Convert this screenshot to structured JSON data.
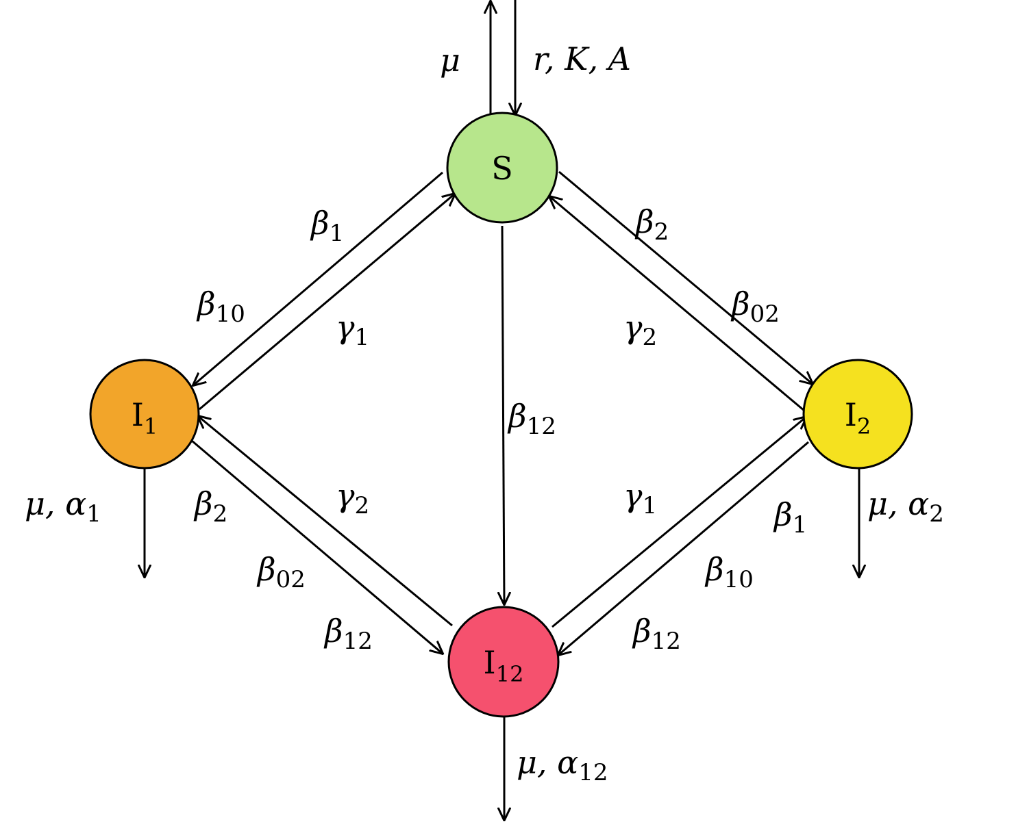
{
  "nodes": {
    "s": {
      "label": "S",
      "sub": "",
      "color": "#b7e68c"
    },
    "i1": {
      "label": "I",
      "sub": "1",
      "color": "#f2a52a"
    },
    "i2": {
      "label": "I",
      "sub": "2",
      "color": "#f5e11f"
    },
    "i12": {
      "label": "I",
      "sub": "12",
      "color": "#f5516e"
    }
  },
  "labels": {
    "mu_out_s": {
      "main": "μ",
      "sub": ""
    },
    "inflow_s": {
      "main": "r, K, A",
      "sub": ""
    },
    "beta1_top": {
      "main": "β",
      "sub": "1"
    },
    "beta10_top": {
      "main": "β",
      "sub": "10"
    },
    "gamma1_top": {
      "main": "γ",
      "sub": "1"
    },
    "beta2_top": {
      "main": "β",
      "sub": "2"
    },
    "beta02_top": {
      "main": "β",
      "sub": "02"
    },
    "gamma2_top": {
      "main": "γ",
      "sub": "2"
    },
    "beta12_mid": {
      "main": "β",
      "sub": "12"
    },
    "mu_alpha1": {
      "main": "μ, α",
      "sub": "1"
    },
    "beta2_bot": {
      "main": "β",
      "sub": "2"
    },
    "gamma2_bot": {
      "main": "γ",
      "sub": "2"
    },
    "beta02_bot": {
      "main": "β",
      "sub": "02"
    },
    "beta12_botl": {
      "main": "β",
      "sub": "12"
    },
    "gamma1_bot": {
      "main": "γ",
      "sub": "1"
    },
    "beta1_bot": {
      "main": "β",
      "sub": "1"
    },
    "mu_alpha2": {
      "main": "μ, α",
      "sub": "2"
    },
    "beta10_bot": {
      "main": "β",
      "sub": "10"
    },
    "beta12_botr": {
      "main": "β",
      "sub": "12"
    },
    "mu_alpha12": {
      "main": "μ, α",
      "sub": "12"
    }
  }
}
